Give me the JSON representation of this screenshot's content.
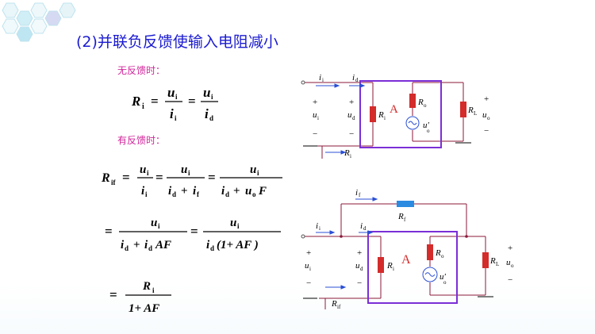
{
  "title": "(2)并联负反馈使输入电阻减小",
  "label_no_feedback": "无反馈时：",
  "label_with_feedback": "有反馈时：",
  "colors": {
    "title": "#1a1ad0",
    "subtitle": "#d0259a",
    "amplifier_box": "#7b2fd6",
    "wire": "#8b1a3a",
    "resistor": "#d42b2b",
    "feedback_resistor": "#2b8be0",
    "arrow": "#2b4fd4"
  },
  "circuit_top": {
    "current_i": "i",
    "current_i_sub": "i",
    "current_id": "i",
    "current_id_sub": "d",
    "plus": "+",
    "minus": "−",
    "u_i": "u",
    "u_i_sub": "i",
    "u_d": "u",
    "u_d_sub": "d",
    "R_i": "R",
    "R_i_sub": "i",
    "amp_label": "A",
    "R_o": "R",
    "R_o_sub": "o",
    "u_o_prime": "u′",
    "u_o_prime_sub": "o",
    "R_L": "R",
    "R_L_sub": "L",
    "u_o": "u",
    "u_o_sub": "o",
    "R_in_bottom": "R",
    "R_in_bottom_sub": "i"
  },
  "circuit_bottom": {
    "current_f": "i",
    "current_f_sub": "f",
    "R_f": "R",
    "R_f_sub": "f",
    "current_i": "i",
    "current_i_sub": "i",
    "current_id": "i",
    "current_id_sub": "d",
    "plus": "+",
    "minus": "−",
    "u_i": "u",
    "u_i_sub": "i",
    "u_d": "u",
    "u_d_sub": "d",
    "R_i": "R",
    "R_i_sub": "i",
    "amp_label": "A",
    "R_o": "R",
    "R_o_sub": "o",
    "u_o_prime": "u′",
    "u_o_prime_sub": "o",
    "R_L": "R",
    "R_L_sub": "L",
    "u_o": "u",
    "u_o_sub": "o",
    "R_if": "R",
    "R_if_sub": "if"
  },
  "equations": {
    "eq1_lhs": "R",
    "eq1_lhs_sub": "i",
    "eq": "=",
    "u": "u",
    "i": "i",
    "sub_i": "i",
    "sub_d": "d",
    "sub_f": "f",
    "sub_o": "o",
    "sub_if": "if",
    "plus": "+",
    "F": "F",
    "AF": "AF",
    "one_plus_AF": "1+ AF",
    "paren_open": "(",
    "paren_close": ")",
    "one_plus_AF_paren": "(1+ AF )"
  }
}
